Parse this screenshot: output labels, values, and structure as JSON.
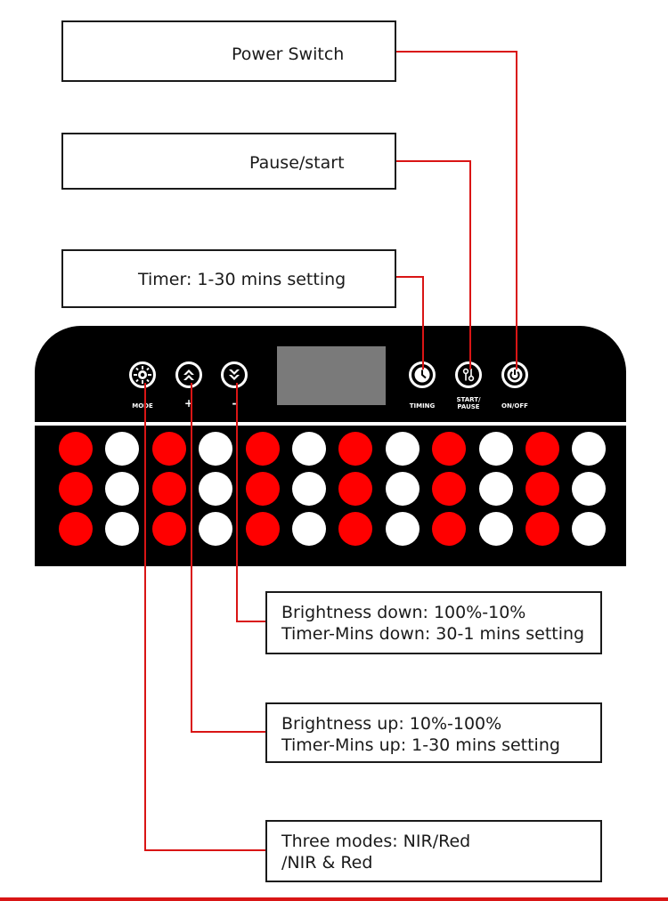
{
  "colors": {
    "led_red": "#ff0000",
    "led_white": "#ffffff",
    "connector": "#d91515",
    "panel": "#000000",
    "display": "#7a7a7a"
  },
  "callouts": {
    "power": "Power Switch",
    "pause": "Pause/start",
    "timer": "Timer: 1-30 mins setting",
    "down_line1": "Brightness down: 100%-10%",
    "down_line2": "Timer-Mins down: 30-1 mins setting",
    "up_line1": "Brightness up: 10%-100%",
    "up_line2": "Timer-Mins up: 1-30 mins setting",
    "modes_line1": "Three modes: NIR/Red",
    "modes_line2": "/NIR & Red"
  },
  "buttons": {
    "mode": {
      "label": "MODE",
      "icon": "gear-sun-icon"
    },
    "plus": {
      "label": "+",
      "icon": "chevron-up-icon"
    },
    "minus": {
      "label": "-",
      "icon": "chevron-down-icon"
    },
    "timing": {
      "label": "TIMING",
      "icon": "clock-icon"
    },
    "start": {
      "label_line1": "START/",
      "label_line2": "PAUSE",
      "icon": "start-pause-icon"
    },
    "onoff": {
      "label": "ON/OFF",
      "icon": "power-icon"
    }
  },
  "led_grid": {
    "rows": 3,
    "columns": 12,
    "pattern": [
      "red",
      "white"
    ]
  }
}
